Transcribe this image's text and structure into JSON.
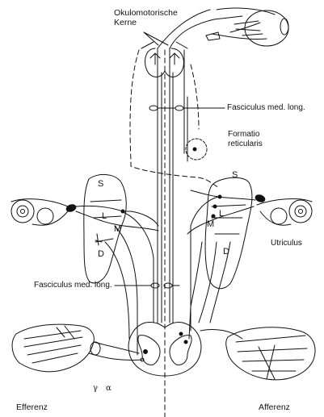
{
  "labels": {
    "oculomotor_nuclei_line1": "Okulomotorische",
    "oculomotor_nuclei_line2": "Kerne",
    "mlf_upper": "Fasciculus med. long.",
    "formatio_line1": "Formatio",
    "formatio_line2": "reticularis",
    "nucleus_s_left": "S",
    "nucleus_l_left": "L",
    "nucleus_m_left": "M",
    "nucleus_d_left": "D",
    "nucleus_s_right": "S",
    "nucleus_l_right": "L",
    "nucleus_m_right": "M",
    "nucleus_d_right": "D",
    "utriculus": "Utriculus",
    "mlf_lower": "Fasciculus med. long.",
    "gamma": "γ",
    "alpha": "α",
    "efferenz": "Efferenz",
    "afferenz": "Afferenz"
  },
  "colors": {
    "ink": "#111111",
    "paper": "#ffffff"
  }
}
